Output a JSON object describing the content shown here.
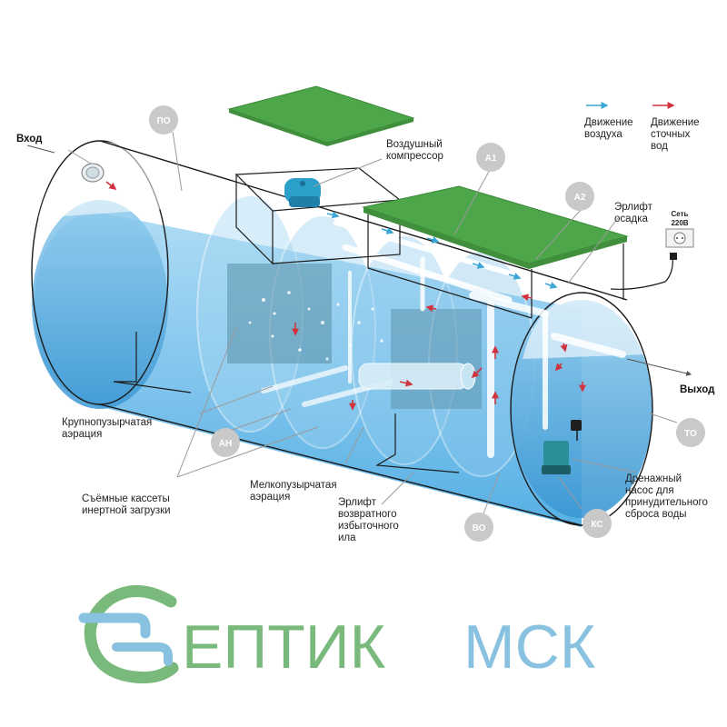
{
  "labels": {
    "inlet": "Вход",
    "outlet": "Выход",
    "compressor": [
      "Воздушный",
      "компрессор"
    ],
    "sludge_airlift": [
      "Эрлифт",
      "осадка"
    ],
    "power": [
      "Сеть",
      "220В"
    ],
    "coarse_aeration": [
      "Крупнопузырчатая",
      "аэрация"
    ],
    "fine_aeration": [
      "Мелкопузырчатая",
      "аэрация"
    ],
    "cassettes": [
      "Съёмные кассеты",
      "инертной загрузки"
    ],
    "return_airlift": [
      "Эрлифт",
      "возвратного",
      "избыточного",
      "ила"
    ],
    "drain_pump": [
      "Дренажный",
      "насос для",
      "принудительного",
      "сброса воды"
    ]
  },
  "legend": {
    "air": [
      "Движение",
      "воздуха"
    ],
    "sewage": [
      "Движение",
      "сточных",
      "вод"
    ]
  },
  "badges": {
    "po": "ПО",
    "a1": "А1",
    "a2": "А2",
    "an": "АН",
    "vo": "ВО",
    "ks": "КС",
    "to": "ТО"
  },
  "brand": {
    "part1": "ЕПТИК",
    "part2": "МСК"
  },
  "colors": {
    "water": "#5fb8ea",
    "lid": "#4ea64a",
    "air_arrow": "#3aa7d6",
    "sewage_arrow": "#d0333f",
    "badge": "#c9c9c9",
    "brand_green": "#7ab97c",
    "brand_blue": "#89c2e0",
    "compressor": "#2a9fc9",
    "pump": "#2b8f9a"
  }
}
